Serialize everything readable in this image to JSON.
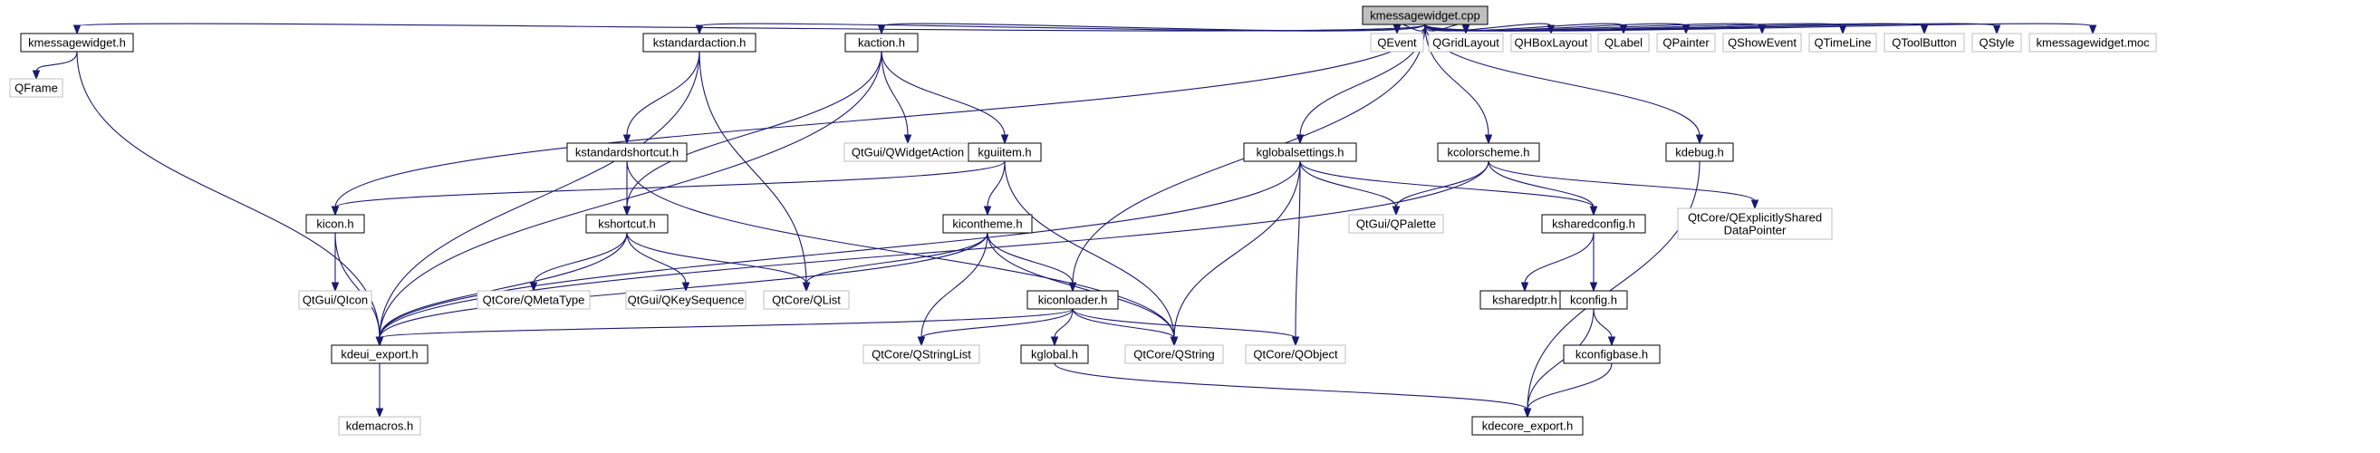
{
  "graph": {
    "title": "kmessagewidget.cpp include dependency graph",
    "colors": {
      "edge": "#191970",
      "main_fill": "#bfbfbf",
      "documented_border": "#000000",
      "external_border": "#bfbfbf"
    },
    "nodes": [
      {
        "id": "kmessagewidget_cpp",
        "label": "kmessagewidget.cpp",
        "kind": "main"
      },
      {
        "id": "kmessagewidget_h",
        "label": "kmessagewidget.h",
        "kind": "doc"
      },
      {
        "id": "kstandardaction_h",
        "label": "kstandardaction.h",
        "kind": "doc"
      },
      {
        "id": "kaction_h",
        "label": "kaction.h",
        "kind": "doc"
      },
      {
        "id": "QEvent",
        "label": "QEvent",
        "kind": "ext"
      },
      {
        "id": "QGridLayout",
        "label": "QGridLayout",
        "kind": "ext"
      },
      {
        "id": "QHBoxLayout",
        "label": "QHBoxLayout",
        "kind": "ext"
      },
      {
        "id": "QLabel",
        "label": "QLabel",
        "kind": "ext"
      },
      {
        "id": "QPainter",
        "label": "QPainter",
        "kind": "ext"
      },
      {
        "id": "QShowEvent",
        "label": "QShowEvent",
        "kind": "ext"
      },
      {
        "id": "QTimeLine",
        "label": "QTimeLine",
        "kind": "ext"
      },
      {
        "id": "QToolButton",
        "label": "QToolButton",
        "kind": "ext"
      },
      {
        "id": "QStyle",
        "label": "QStyle",
        "kind": "ext"
      },
      {
        "id": "kmessagewidget_moc",
        "label": "kmessagewidget.moc",
        "kind": "ext"
      },
      {
        "id": "QFrame",
        "label": "QFrame",
        "kind": "ext"
      },
      {
        "id": "kstandardshortcut_h",
        "label": "kstandardshortcut.h",
        "kind": "doc"
      },
      {
        "id": "QWidgetAction",
        "label": "QtGui/QWidgetAction",
        "kind": "ext"
      },
      {
        "id": "kguiitem_h",
        "label": "kguiitem.h",
        "kind": "doc"
      },
      {
        "id": "kglobalsettings_h",
        "label": "kglobalsettings.h",
        "kind": "doc"
      },
      {
        "id": "kcolorscheme_h",
        "label": "kcolorscheme.h",
        "kind": "doc"
      },
      {
        "id": "kdebug_h",
        "label": "kdebug.h",
        "kind": "doc"
      },
      {
        "id": "kicon_h",
        "label": "kicon.h",
        "kind": "doc"
      },
      {
        "id": "kshortcut_h",
        "label": "kshortcut.h",
        "kind": "doc"
      },
      {
        "id": "kicontheme_h",
        "label": "kicontheme.h",
        "kind": "doc"
      },
      {
        "id": "QPalette",
        "label": "QtGui/QPalette",
        "kind": "ext"
      },
      {
        "id": "ksharedconfig_h",
        "label": "ksharedconfig.h",
        "kind": "doc"
      },
      {
        "id": "QExplicitlySharedDataPointer",
        "label": "QtCore/QExplicitlyShared\nDataPointer",
        "kind": "ext"
      },
      {
        "id": "QIcon",
        "label": "QtGui/QIcon",
        "kind": "ext"
      },
      {
        "id": "QMetaType",
        "label": "QtCore/QMetaType",
        "kind": "ext"
      },
      {
        "id": "QKeySequence",
        "label": "QtGui/QKeySequence",
        "kind": "ext"
      },
      {
        "id": "QList",
        "label": "QtCore/QList",
        "kind": "ext"
      },
      {
        "id": "ksharedptr_h",
        "label": "ksharedptr.h",
        "kind": "doc"
      },
      {
        "id": "kconfig_h",
        "label": "kconfig.h",
        "kind": "doc"
      },
      {
        "id": "kiconloader_h",
        "label": "kiconloader.h",
        "kind": "doc"
      },
      {
        "id": "kdeui_export_h",
        "label": "kdeui_export.h",
        "kind": "doc"
      },
      {
        "id": "QStringList",
        "label": "QtCore/QStringList",
        "kind": "ext"
      },
      {
        "id": "kglobal_h",
        "label": "kglobal.h",
        "kind": "doc"
      },
      {
        "id": "QString",
        "label": "QtCore/QString",
        "kind": "ext"
      },
      {
        "id": "QObject",
        "label": "QtCore/QObject",
        "kind": "ext"
      },
      {
        "id": "kconfigbase_h",
        "label": "kconfigbase.h",
        "kind": "doc"
      },
      {
        "id": "kdemacros_h",
        "label": "kdemacros.h",
        "kind": "ext"
      },
      {
        "id": "kdecore_export_h",
        "label": "kdecore_export.h",
        "kind": "doc"
      }
    ],
    "edges": [
      [
        "kmessagewidget_cpp",
        "kmessagewidget_h"
      ],
      [
        "kmessagewidget_cpp",
        "kstandardaction_h"
      ],
      [
        "kmessagewidget_cpp",
        "kaction_h"
      ],
      [
        "kmessagewidget_cpp",
        "QEvent"
      ],
      [
        "kmessagewidget_cpp",
        "QGridLayout"
      ],
      [
        "kmessagewidget_cpp",
        "QHBoxLayout"
      ],
      [
        "kmessagewidget_cpp",
        "QLabel"
      ],
      [
        "kmessagewidget_cpp",
        "QPainter"
      ],
      [
        "kmessagewidget_cpp",
        "QShowEvent"
      ],
      [
        "kmessagewidget_cpp",
        "QTimeLine"
      ],
      [
        "kmessagewidget_cpp",
        "QToolButton"
      ],
      [
        "kmessagewidget_cpp",
        "QStyle"
      ],
      [
        "kmessagewidget_cpp",
        "kmessagewidget_moc"
      ],
      [
        "kmessagewidget_cpp",
        "kglobalsettings_h"
      ],
      [
        "kmessagewidget_cpp",
        "kcolorscheme_h"
      ],
      [
        "kmessagewidget_cpp",
        "kdebug_h"
      ],
      [
        "kmessagewidget_cpp",
        "kicon_h"
      ],
      [
        "kmessagewidget_cpp",
        "kiconloader_h"
      ],
      [
        "kmessagewidget_h",
        "QFrame"
      ],
      [
        "kmessagewidget_h",
        "kdeui_export_h"
      ],
      [
        "kstandardaction_h",
        "kstandardshortcut_h"
      ],
      [
        "kstandardaction_h",
        "QList"
      ],
      [
        "kstandardaction_h",
        "kdeui_export_h"
      ],
      [
        "kaction_h",
        "QWidgetAction"
      ],
      [
        "kaction_h",
        "kguiitem_h"
      ],
      [
        "kaction_h",
        "kshortcut_h"
      ],
      [
        "kaction_h",
        "kdeui_export_h"
      ],
      [
        "kstandardshortcut_h",
        "kshortcut_h"
      ],
      [
        "kstandardshortcut_h",
        "QString"
      ],
      [
        "kguiitem_h",
        "kicon_h"
      ],
      [
        "kguiitem_h",
        "kicontheme_h"
      ],
      [
        "kguiitem_h",
        "QString"
      ],
      [
        "kglobalsettings_h",
        "QPalette"
      ],
      [
        "kglobalsettings_h",
        "ksharedconfig_h"
      ],
      [
        "kglobalsettings_h",
        "QString"
      ],
      [
        "kglobalsettings_h",
        "QObject"
      ],
      [
        "kglobalsettings_h",
        "kdeui_export_h"
      ],
      [
        "kcolorscheme_h",
        "QPalette"
      ],
      [
        "kcolorscheme_h",
        "ksharedconfig_h"
      ],
      [
        "kcolorscheme_h",
        "QExplicitlySharedDataPointer"
      ],
      [
        "kcolorscheme_h",
        "kdeui_export_h"
      ],
      [
        "kdebug_h",
        "kdecore_export_h"
      ],
      [
        "kicon_h",
        "QIcon"
      ],
      [
        "kicon_h",
        "kdeui_export_h"
      ],
      [
        "kshortcut_h",
        "QMetaType"
      ],
      [
        "kshortcut_h",
        "QKeySequence"
      ],
      [
        "kshortcut_h",
        "QList"
      ],
      [
        "kshortcut_h",
        "kdeui_export_h"
      ],
      [
        "kicontheme_h",
        "QList"
      ],
      [
        "kicontheme_h",
        "kiconloader_h"
      ],
      [
        "kicontheme_h",
        "QStringList"
      ],
      [
        "kicontheme_h",
        "QString"
      ],
      [
        "kicontheme_h",
        "kdeui_export_h"
      ],
      [
        "ksharedconfig_h",
        "ksharedptr_h"
      ],
      [
        "ksharedconfig_h",
        "kconfig_h"
      ],
      [
        "kconfig_h",
        "kconfigbase_h"
      ],
      [
        "kconfig_h",
        "kdecore_export_h"
      ],
      [
        "kconfigbase_h",
        "kdecore_export_h"
      ],
      [
        "kiconloader_h",
        "kdeui_export_h"
      ],
      [
        "kiconloader_h",
        "QStringList"
      ],
      [
        "kiconloader_h",
        "kglobal_h"
      ],
      [
        "kiconloader_h",
        "QString"
      ],
      [
        "kiconloader_h",
        "QObject"
      ],
      [
        "kglobal_h",
        "kdecore_export_h"
      ],
      [
        "kdeui_export_h",
        "kdemacros_h"
      ]
    ]
  }
}
